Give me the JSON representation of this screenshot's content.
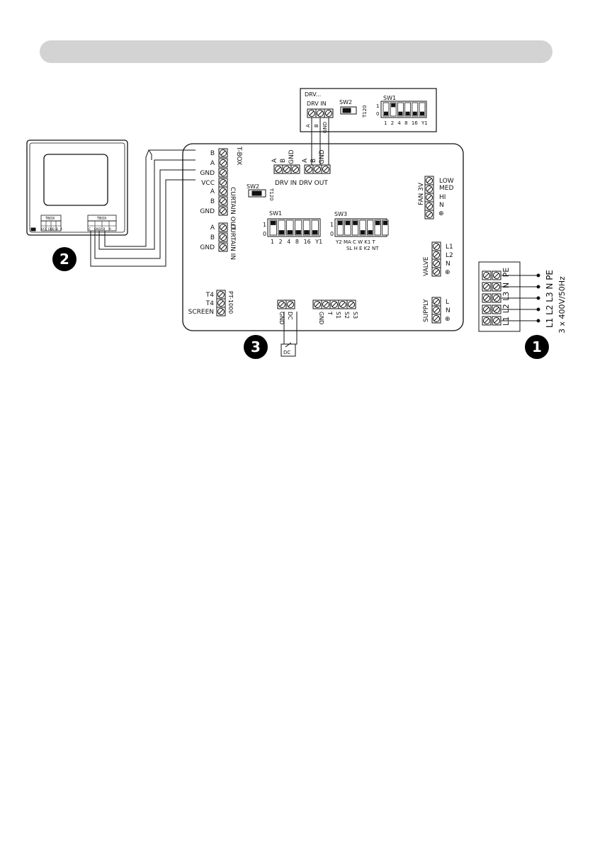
{
  "banner": {
    "text": ""
  },
  "drv_module": {
    "title": "DRV...",
    "sw2_label": "SW2",
    "t120": "T120",
    "sw1_label": "SW1",
    "one": "1",
    "zero": "0",
    "sw1_bits": [
      "1",
      "2",
      "4",
      "8",
      "16",
      "Y1"
    ],
    "drv_in_label": "DRV IN",
    "terminals": [
      "A",
      "B",
      "GND"
    ]
  },
  "tbox": {
    "terminals": [
      "B",
      "A",
      "GND",
      "VCC"
    ],
    "label": "T-BOX"
  },
  "curtain_out": {
    "terminals": [
      "A",
      "B",
      "GND"
    ],
    "label": "CURTAIN OUT"
  },
  "curtain_in": {
    "terminals": [
      "A",
      "B",
      "GND"
    ],
    "label": "CURTAIN IN"
  },
  "drv_terminals": {
    "in_terms": [
      "A",
      "B",
      "GND"
    ],
    "out_terms": [
      "A",
      "B",
      "GND"
    ],
    "label": "DRV IN DRV OUT"
  },
  "sw2_main": {
    "label": "SW2",
    "t120": "T120"
  },
  "sw1_main": {
    "label": "SW1",
    "one": "1",
    "zero": "0",
    "bits": [
      "1",
      "2",
      "4",
      "8",
      "16",
      "Y1"
    ]
  },
  "sw3": {
    "label": "SW3",
    "one": "1",
    "zero": "0",
    "row1": "Y2 MA C W K1 T",
    "row2": "SL H E K2 NT"
  },
  "fan": {
    "label": "FAN 3V",
    "terminals": [
      "LOW",
      "MED",
      "HI",
      "N",
      "⊕"
    ]
  },
  "valve": {
    "label": "VALVE",
    "terminals": [
      "L1",
      "L2",
      "N",
      "⊕"
    ]
  },
  "supply": {
    "label": "SUPPLY",
    "terminals": [
      "L",
      "N",
      "⊕"
    ]
  },
  "pt": {
    "terminals": [
      "T4",
      "T4",
      "SCREEN"
    ],
    "label": "PT-1000"
  },
  "dc_block": {
    "terminals": [
      "GND",
      "DC"
    ],
    "sensor": "DC"
  },
  "inputs_block": {
    "terminals": [
      "GND",
      "T",
      "S1",
      "S2",
      "S3"
    ]
  },
  "power": {
    "terms": [
      "L1",
      "L2",
      "L3",
      "N",
      "PE"
    ],
    "lines": "L1 L2 L3 N PE",
    "spec": "3 x 400V/50Hz"
  },
  "panel_labels": {
    "top_left": "TBOX",
    "top_mid": "TBOX",
    "cells_left": [
      "VCC",
      "GND",
      "B",
      "A"
    ],
    "cells_right": [
      "C",
      "GND",
      "B",
      "A"
    ]
  },
  "markers": {
    "one": "1",
    "two": "2",
    "three": "3"
  },
  "colors": {
    "line": "#111111",
    "banner": "#d3d3d3",
    "marker": "#000000"
  }
}
